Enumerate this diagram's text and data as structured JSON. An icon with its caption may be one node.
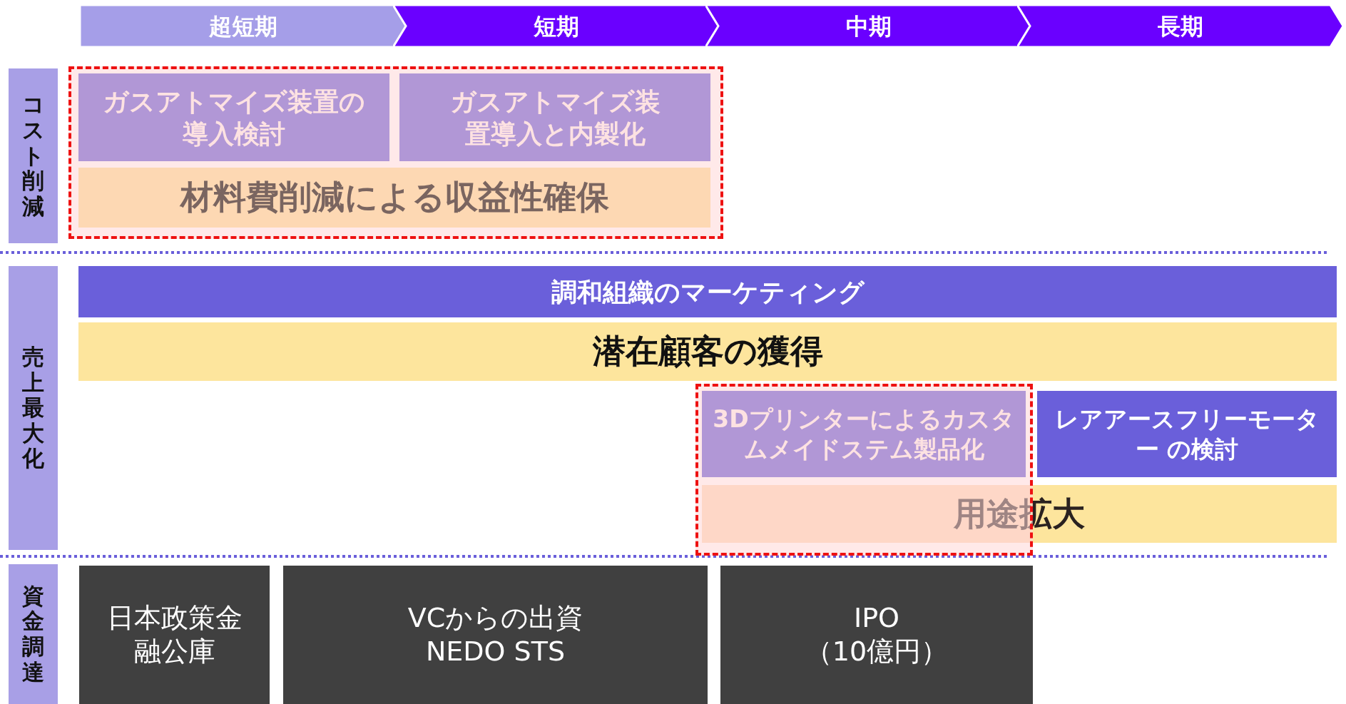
{
  "diagram": {
    "nodes": [
      {
        "text": [
          "超短期"
        ]
      },
      {
        "text": [
          "短期"
        ]
      },
      {
        "text": [
          "中期"
        ]
      },
      {
        "text": [
          "長期"
        ]
      },
      {
        "text": [
          "コスト削減"
        ]
      },
      {
        "text": [],
        "shape": "box"
      },
      {
        "text": [
          "ガスアトマイズ装置の導入検討"
        ],
        "in": 5
      },
      {
        "text": [
          "ガスアトマイズ装置導入と内製化"
        ],
        "in": 5
      },
      {
        "text": [
          "材料費削減による収益性確保"
        ],
        "in": 5
      },
      {
        "text": [
          "売上最大化"
        ]
      },
      {
        "text": [
          "調和組織のマーケティング"
        ]
      },
      {
        "text": [
          "潜在顧客の獲得"
        ]
      },
      {
        "text": [],
        "shape": "box"
      },
      {
        "text": [
          "3Dプリンターによるカスタムメイドステム製品化"
        ],
        "in": 12
      },
      {
        "text": [
          "レアアースフリーモーター の検討"
        ]
      },
      {
        "text": [
          "用途拡大"
        ]
      },
      {
        "text": [
          "資金調達"
        ]
      },
      {
        "text": [
          "日本政策金融公庫"
        ]
      },
      {
        "text": [
          "VCからの出資",
          "NEDO STS"
        ]
      },
      {
        "text": [
          "IPO",
          "（10億円）"
        ]
      }
    ],
    "edges": []
  }
}
